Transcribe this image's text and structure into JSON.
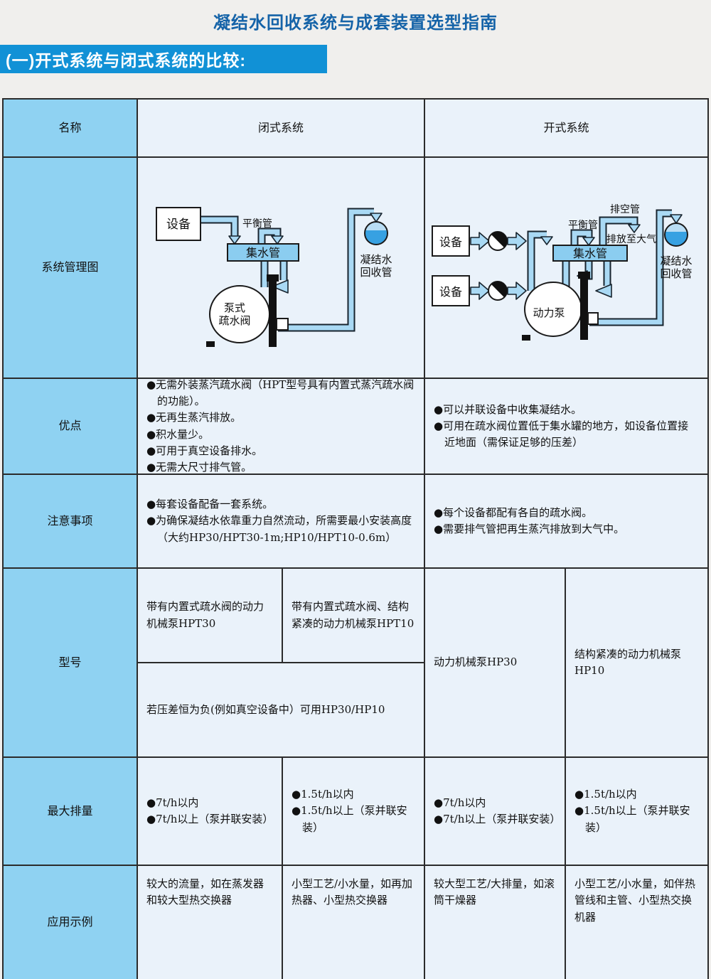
{
  "page": {
    "title": "凝结水回收系统与成套装置选型指南",
    "section_heading": "(一)开式系统与闭式系统的比较:"
  },
  "colors": {
    "banner_blue": "#1191d6",
    "title_blue": "#1563a8",
    "label_column_bg": "#8fd2f2",
    "cell_bg": "#eaf2fa",
    "pipe_fill": "#a9d9f4",
    "header_pipe_fill": "#8bcdf0",
    "water_fill": "#37a1e2",
    "grid_border": "#2b2b2b"
  },
  "table": {
    "header": {
      "name": "名称",
      "closed": "闭式系统",
      "open": "开式系统"
    },
    "diagram_row_label": "系统管理图",
    "advantages": {
      "label": "优点",
      "closed": [
        "●无需外装蒸汽疏水阀（HPT型号具有内置式蒸汽疏水阀的功能）。",
        "●无再生蒸汽排放。",
        "●积水量少。",
        "●可用于真空设备排水。",
        "●无需大尺寸排气管。"
      ],
      "open": [
        "●可以并联设备中收集凝结水。",
        "●可用在疏水阀位置低于集水罐的地方，如设备位置接近地面（需保证足够的压差）"
      ]
    },
    "notes": {
      "label": "注意事项",
      "closed": [
        "●每套设备配备一套系统。",
        "●为确保凝结水依靠重力自然流动，所需要最小安装高度（大约HP30/HPT30-1m;HP10/HPT10-0.6m）"
      ],
      "open": [
        "●每个设备都配有各自的疏水阀。",
        "●需要排气管把再生蒸汽排放到大气中。"
      ]
    },
    "models": {
      "label": "型号",
      "closed_a": "带有内置式疏水阀的动力机械泵HPT30",
      "closed_b": "带有内置式疏水阀、结构紧凑的动力机械泵HPT10",
      "closed_note": "若压差恒为负(例如真空设备中）可用HP30/HP10",
      "open_a": "动力机械泵HP30",
      "open_b": "结构紧凑的动力机械泵HP10"
    },
    "max_discharge": {
      "label": "最大排量",
      "closed_a": [
        "●7t/h以内",
        "●7t/h以上（泵并联安装）"
      ],
      "closed_b": [
        "●1.5t/h以内",
        "●1.5t/h以上（泵并联安装）"
      ],
      "open_a": [
        "●7t/h以内",
        "●7t/h以上（泵并联安装）"
      ],
      "open_b": [
        "●1.5t/h以内",
        "●1.5t/h以上（泵并联安装）"
      ]
    },
    "applications": {
      "label": "应用示例",
      "closed_a": "较大的流量，如在蒸发器和较大型热交换器",
      "closed_b": "小型工艺/小水量，如再加热器、小型热交换器",
      "open_a": "较大型工艺/大排量，如滚筒干燥器",
      "open_b": "小型工艺/小水量，如伴热管线和主管、小型热交换机器"
    }
  },
  "diagram_closed": {
    "device": "设备",
    "balance_pipe_label": "平衡管",
    "header_pipe_label": "集水管",
    "pump_trap_label_1": "泵式",
    "pump_trap_label_2": "疏水阀",
    "recovery_label_1": "凝结水",
    "recovery_label_2": "回收管"
  },
  "diagram_open": {
    "device_1": "设备",
    "device_2": "设备",
    "balance_pipe_label": "平衡管",
    "vent_pipe_label": "排空管",
    "vent_to_atmosphere_label": "排放至大气",
    "header_pipe_label": "集水管",
    "power_pump_label": "动力泵",
    "recovery_label_1": "凝结水",
    "recovery_label_2": "回收管"
  }
}
